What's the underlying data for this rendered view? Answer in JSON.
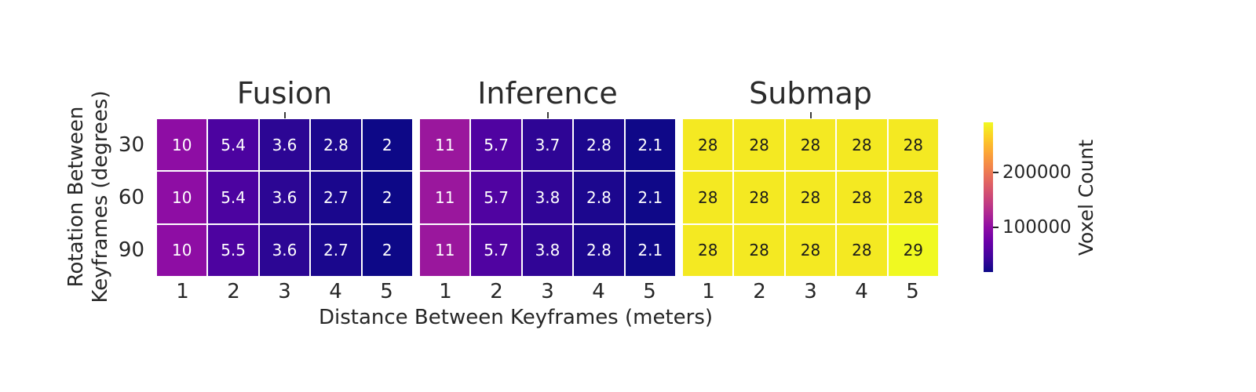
{
  "axes": {
    "xlabel": "Distance Between Keyframes (meters)",
    "ylabel_line1": "Rotation Between",
    "ylabel_line2": "Keyframes (degrees)",
    "row_tick_labels": [
      "30",
      "60",
      "90"
    ],
    "col_tick_labels": [
      "1",
      "2",
      "3",
      "4",
      "5"
    ]
  },
  "chart_data": {
    "type": "heatmap",
    "x": [
      1,
      2,
      3,
      4,
      5
    ],
    "y": [
      30,
      60,
      90
    ],
    "xlabel": "Distance Between Keyframes (meters)",
    "ylabel": "Rotation Between Keyframes (degrees)",
    "cell_value_scale": 10000,
    "vmin": 20000,
    "vmax": 290000,
    "panels": [
      {
        "title": "Fusion",
        "labels": [
          [
            "10",
            "5.4",
            "3.6",
            "2.8",
            "2"
          ],
          [
            "10",
            "5.4",
            "3.6",
            "2.7",
            "2"
          ],
          [
            "10",
            "5.5",
            "3.6",
            "2.7",
            "2"
          ]
        ],
        "values": [
          [
            10,
            5.4,
            3.6,
            2.8,
            2
          ],
          [
            10,
            5.4,
            3.6,
            2.7,
            2
          ],
          [
            10,
            5.5,
            3.6,
            2.7,
            2
          ]
        ]
      },
      {
        "title": "Inference",
        "labels": [
          [
            "11",
            "5.7",
            "3.7",
            "2.8",
            "2.1"
          ],
          [
            "11",
            "5.7",
            "3.8",
            "2.8",
            "2.1"
          ],
          [
            "11",
            "5.7",
            "3.8",
            "2.8",
            "2.1"
          ]
        ],
        "values": [
          [
            11,
            5.7,
            3.7,
            2.8,
            2.1
          ],
          [
            11,
            5.7,
            3.8,
            2.8,
            2.1
          ],
          [
            11,
            5.7,
            3.8,
            2.8,
            2.1
          ]
        ]
      },
      {
        "title": "Submap",
        "labels": [
          [
            "28",
            "28",
            "28",
            "28",
            "28"
          ],
          [
            "28",
            "28",
            "28",
            "28",
            "28"
          ],
          [
            "28",
            "28",
            "28",
            "28",
            "29"
          ]
        ],
        "values": [
          [
            28,
            28,
            28,
            28,
            28
          ],
          [
            28,
            28,
            28,
            28,
            28
          ],
          [
            28,
            28,
            28,
            28,
            29
          ]
        ]
      }
    ],
    "colormap": {
      "name": "plasma",
      "stops": [
        {
          "t": 0.0,
          "color": "#0d0887"
        },
        {
          "t": 0.1,
          "color": "#41049d"
        },
        {
          "t": 0.2,
          "color": "#6a00a8"
        },
        {
          "t": 0.3,
          "color": "#8f0da4"
        },
        {
          "t": 0.4,
          "color": "#b12a90"
        },
        {
          "t": 0.5,
          "color": "#cc4778"
        },
        {
          "t": 0.6,
          "color": "#e16462"
        },
        {
          "t": 0.7,
          "color": "#f2844b"
        },
        {
          "t": 0.8,
          "color": "#fca636"
        },
        {
          "t": 0.9,
          "color": "#fcce25"
        },
        {
          "t": 1.0,
          "color": "#f0f921"
        }
      ]
    },
    "colorbar": {
      "label": "Voxel Count",
      "ticks": [
        {
          "value": 200000,
          "label": "200000"
        },
        {
          "value": 100000,
          "label": "100000"
        }
      ]
    },
    "legend": "none",
    "grid": "off"
  },
  "colors": {
    "background": "#ffffff",
    "text": "#262626",
    "title_text": "#2b2b2b",
    "annotation_light": "#ffffff",
    "annotation_dark": "#1a1a1a",
    "gridline": "#ffffff"
  }
}
